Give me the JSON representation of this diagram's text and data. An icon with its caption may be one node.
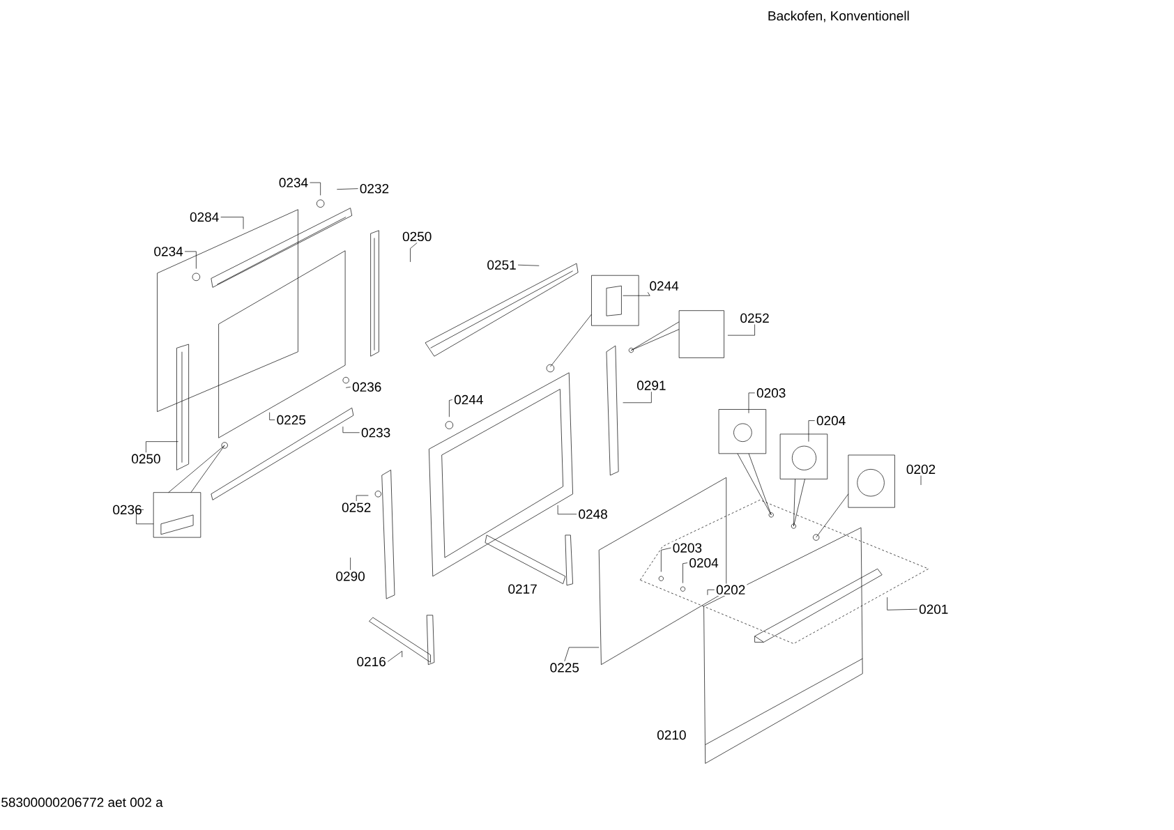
{
  "diagram": {
    "nodes": [
      {
        "text": [
          "0234"
        ]
      },
      {
        "text": [
          "0232"
        ]
      },
      {
        "text": [
          "0284"
        ]
      },
      {
        "text": [
          "0234"
        ]
      },
      {
        "text": [
          "0250"
        ]
      },
      {
        "text": [
          "0251"
        ]
      },
      {
        "text": [
          "0244"
        ]
      },
      {
        "text": [
          "0252"
        ]
      },
      {
        "text": [
          "0236"
        ]
      },
      {
        "text": [
          "0291"
        ]
      },
      {
        "text": [
          "0244"
        ]
      },
      {
        "text": [
          "0225"
        ]
      },
      {
        "text": [
          "0233"
        ]
      },
      {
        "text": [
          "0203"
        ]
      },
      {
        "text": [
          "0250"
        ]
      },
      {
        "text": [
          "0204"
        ]
      },
      {
        "text": [
          "0202"
        ]
      },
      {
        "text": [
          "0236"
        ]
      },
      {
        "text": [
          "0252"
        ]
      },
      {
        "text": [
          "0248"
        ]
      },
      {
        "text": [
          "0203"
        ]
      },
      {
        "text": [
          "0204"
        ]
      },
      {
        "text": [
          "0202"
        ]
      },
      {
        "text": [
          "0290"
        ]
      },
      {
        "text": [
          "0217"
        ]
      },
      {
        "text": [
          "0201"
        ]
      },
      {
        "text": [
          "0216"
        ]
      },
      {
        "text": [
          "0225"
        ]
      },
      {
        "text": [
          "0210"
        ]
      }
    ],
    "edges": [
      {
        "from": 0,
        "to": null,
        "arrow": "none"
      },
      {
        "from": 1,
        "to": null,
        "arrow": "none"
      },
      {
        "from": 2,
        "to": null,
        "arrow": "none"
      },
      {
        "from": 3,
        "to": null,
        "arrow": "none"
      },
      {
        "from": 4,
        "to": null,
        "arrow": "none"
      },
      {
        "from": 5,
        "to": null,
        "arrow": "none"
      },
      {
        "from": 6,
        "to": null,
        "arrow": "none"
      },
      {
        "from": 7,
        "to": null,
        "arrow": "none"
      },
      {
        "from": 8,
        "to": null,
        "arrow": "none"
      },
      {
        "from": 9,
        "to": null,
        "arrow": "none"
      },
      {
        "from": 10,
        "to": null,
        "arrow": "none"
      },
      {
        "from": 11,
        "to": null,
        "arrow": "none"
      },
      {
        "from": 12,
        "to": null,
        "arrow": "none"
      },
      {
        "from": 13,
        "to": null,
        "arrow": "none"
      },
      {
        "from": 14,
        "to": null,
        "arrow": "none"
      },
      {
        "from": 15,
        "to": null,
        "arrow": "none"
      },
      {
        "from": 16,
        "to": null,
        "arrow": "none"
      },
      {
        "from": 17,
        "to": null,
        "arrow": "none"
      },
      {
        "from": 18,
        "to": null,
        "arrow": "none"
      },
      {
        "from": 19,
        "to": null,
        "arrow": "none"
      },
      {
        "from": 20,
        "to": null,
        "arrow": "none"
      },
      {
        "from": 21,
        "to": null,
        "arrow": "none"
      },
      {
        "from": 22,
        "to": null,
        "arrow": "none"
      },
      {
        "from": 23,
        "to": null,
        "arrow": "none"
      },
      {
        "from": 25,
        "to": null,
        "arrow": "none"
      },
      {
        "from": 26,
        "to": null,
        "arrow": "none"
      },
      {
        "from": 27,
        "to": null,
        "arrow": "none"
      }
    ],
    "labels": [
      "Backofen, Konventionell",
      "58300000206772 aet 002 a"
    ]
  }
}
